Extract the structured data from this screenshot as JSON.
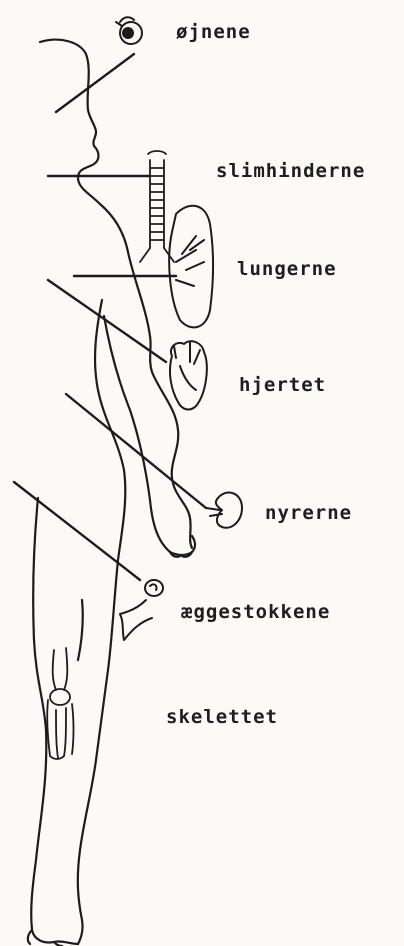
{
  "labels": {
    "eyes": "øjnene",
    "mucous_membranes": "slimhinderne",
    "lungs": "lungerne",
    "heart": "hjertet",
    "kidneys": "nyrerne",
    "ovaries": "æggestokkene",
    "skeleton": "skelettet"
  }
}
